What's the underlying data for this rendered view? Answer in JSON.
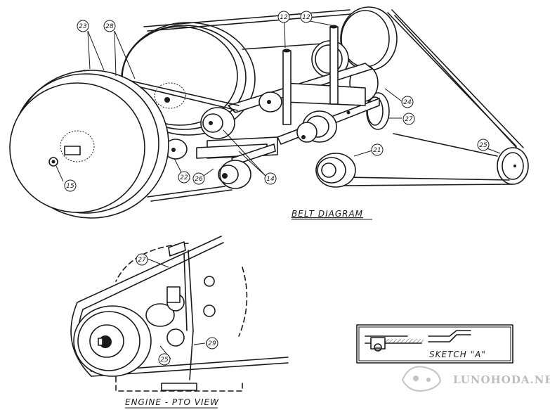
{
  "captions": {
    "belt_diagram": "BELT DIAGRAM",
    "engine_pto": "ENGINE - PTO VIEW",
    "sketch_a": "SKETCH \"A\""
  },
  "watermark": "LUNOHODA.NET",
  "callouts": {
    "c23": "23",
    "c28": "28",
    "c12a": "12",
    "c12b": "12",
    "c15": "15",
    "c22": "22",
    "c26": "26",
    "c14": "14",
    "c24": "24",
    "c27": "27",
    "c21": "21",
    "c25": "25",
    "d27": "27",
    "d25": "25",
    "d29": "29"
  }
}
